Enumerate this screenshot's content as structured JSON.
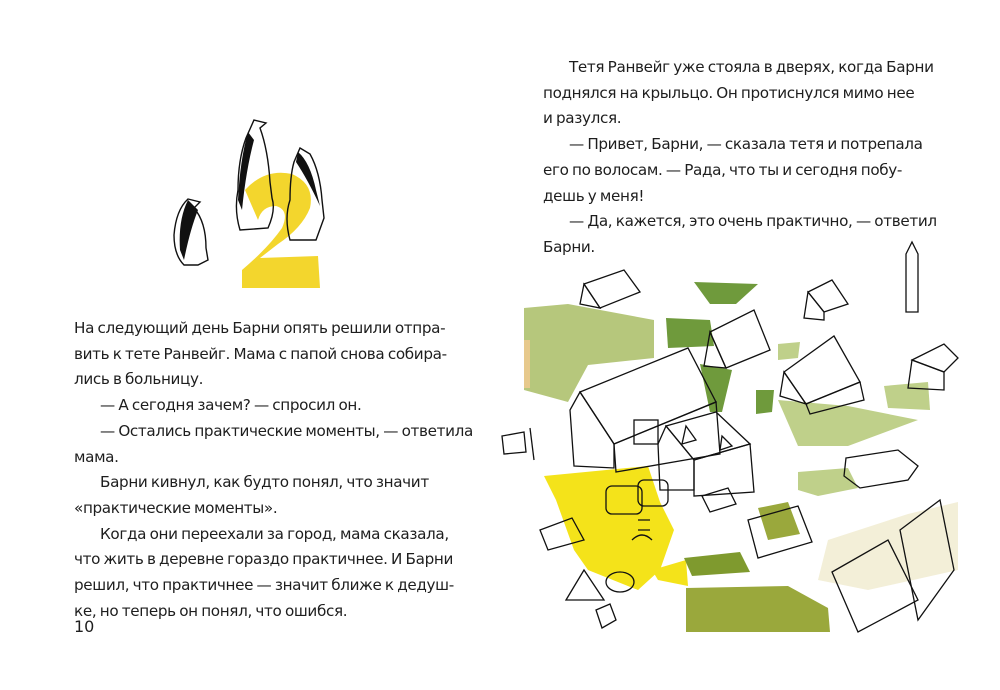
{
  "spread": {
    "left_page": {
      "chapter": {
        "number": "2",
        "illustration": "three penguins standing around a large yellow numeral 2",
        "number_color": "#f2d21b"
      },
      "paragraphs": [
        {
          "indent": false,
          "lines": [
            "На следующий день Барни опять решили отпра-",
            "вить к тете Ранвейг. Мама с папой снова собира-",
            "лись в больницу."
          ]
        },
        {
          "indent": true,
          "lines": [
            "— А сегодня зачем? — спросил он."
          ]
        },
        {
          "indent": true,
          "lines": [
            "— Остались практические моменты, — ответила",
            "мама."
          ]
        },
        {
          "indent": true,
          "lines": [
            "Барни кивнул, как будто понял, что значит",
            "«практические моменты»."
          ]
        },
        {
          "indent": true,
          "lines": [
            "Когда они переехали за город, мама сказала,",
            "что жить в деревне гораздо практичнее. И Барни",
            "решил, что практичнее — значит ближе к дедуш-",
            "ке, но теперь он понял, что ошибся."
          ]
        }
      ],
      "page_number": "10"
    },
    "right_page": {
      "paragraphs": [
        {
          "indent": true,
          "lines": [
            "Тетя Ранвейг уже стояла в дверях, когда Барни",
            "поднялся на крыльцо. Он протиснулся мимо нее",
            "и разулся."
          ]
        },
        {
          "indent": true,
          "lines": [
            "— Привет, Барни, — сказала тетя и потрепала",
            "его по волосам. — Рада, что ты и сегодня побу-",
            "дешь у меня!"
          ]
        },
        {
          "indent": true,
          "lines": [
            "— Да, кажется, это очень практично, — ответил",
            "Барни."
          ]
        }
      ],
      "illustration": {
        "description": "line drawing of a village with houses, cars, a church tower, and green and yellow patches",
        "colors": {
          "olive": "#9aa83c",
          "light_green": "#bfd08a",
          "dark_green": "#6f9a3c",
          "yellow": "#f4e31a",
          "cream": "#f3efd8",
          "tan": "#e7c98c"
        }
      }
    }
  }
}
